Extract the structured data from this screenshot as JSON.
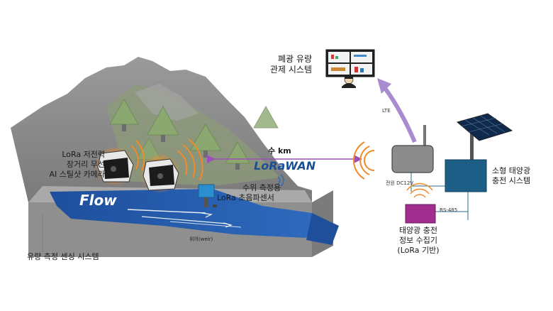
{
  "labels": {
    "monitor_title": [
      "폐광 유량",
      "관제 시스템"
    ],
    "lte": "LTE",
    "camera": [
      "LoRa 저전력",
      "장거리 무선",
      "AI 스틸샷 카메라"
    ],
    "distance": "수 km",
    "lorawan_logo": "LoRaWAN",
    "water_sensor": [
      "수위 측정용",
      "LoRa 초음파센서"
    ],
    "flow": "Flow",
    "weir": "위어(weir)",
    "system_name": "유량 측정 센싱 시스템",
    "solar_system": [
      "소형 태양광",
      "충전 시스템"
    ],
    "power": "전원 DC12V",
    "rs485": "RS-485",
    "collector": [
      "태양광 충전",
      "정보 수집기",
      "(LoRa 기반)"
    ]
  },
  "colors": {
    "mountain": "#8a8a8a",
    "forest": "#7e9a64",
    "water": "#2454a0",
    "concrete": "#8c8c8c",
    "lora_signal": "#f08a2a",
    "link_arrow": "#9b4fb8",
    "lte_arrow": "#a98bd0",
    "solar_box": "#1d5e86",
    "collector_box": "#a12e8e",
    "sensor_box": "#2a8fd0"
  }
}
